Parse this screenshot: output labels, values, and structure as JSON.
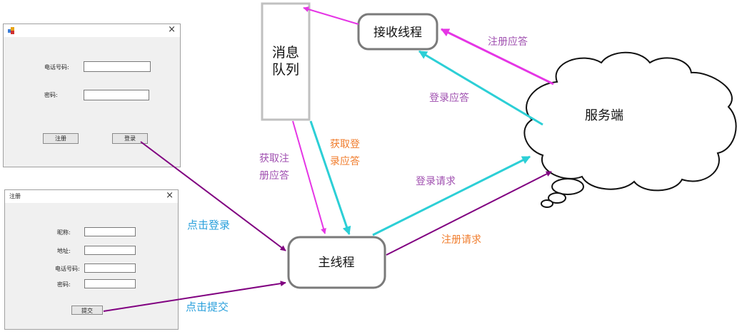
{
  "login_window": {
    "phone_label": "电话号码:",
    "phone_value": "",
    "password_label": "密码:",
    "password_value": "",
    "register_button": "注册",
    "login_button": "登录",
    "close_glyph": "×"
  },
  "register_window": {
    "title": "注册",
    "close_glyph": "×",
    "nickname_label": "昵称:",
    "address_label": "地址:",
    "phone_label": "电话号码:",
    "password_label": "密码:",
    "submit_button": "提交"
  },
  "diagram": {
    "message_queue_line1": "消息",
    "message_queue_line2": "队列",
    "receive_thread": "接收线程",
    "main_thread": "主线程",
    "server": "服务端",
    "register_reply": "注册应答",
    "login_reply": "登录应答",
    "get_register_reply_line1": "获取注",
    "get_register_reply_line2": "册应答",
    "get_login_reply_line1": "获取登",
    "get_login_reply_line2": "录应答",
    "login_request": "登录请求",
    "register_request": "注册请求",
    "click_login": "点击登录",
    "click_submit": "点击提交"
  },
  "colors": {
    "magenta": "#e535e5",
    "cyan": "#2ccfd6",
    "purple": "#800080",
    "orange": "#f07c2c",
    "blue_label": "#2aa0dc",
    "purple_label": "#a050b0"
  }
}
